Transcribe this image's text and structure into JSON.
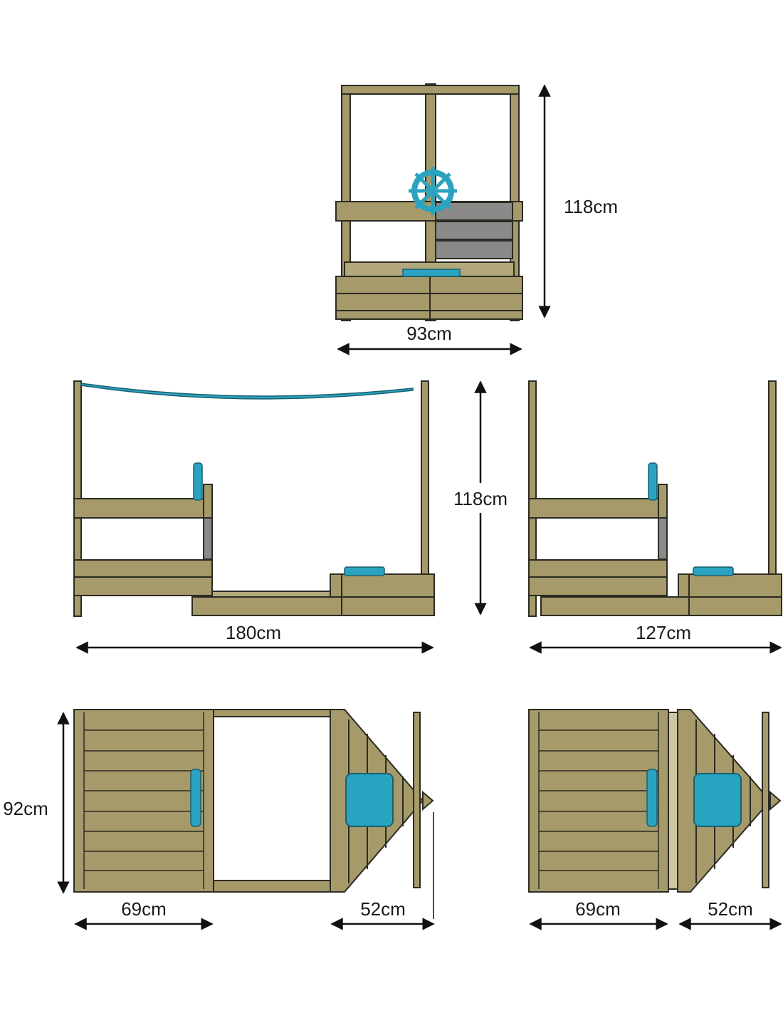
{
  "dimensions": {
    "front_height": "118cm",
    "front_width": "93cm",
    "side_height": "118cm",
    "side_long_width": "180cm",
    "side_short_width": "127cm",
    "top_depth": "92cm",
    "top_long_deck": "69cm",
    "top_long_bow": "52cm",
    "top_short_deck": "69cm",
    "top_short_bow": "52cm"
  },
  "colors": {
    "wood": "#a69a6b",
    "wood_dark": "#8d8158",
    "outline": "#2b2b22",
    "accent": "#2aa3c0",
    "seat": "#8a8a8a",
    "arrow": "#111111"
  }
}
